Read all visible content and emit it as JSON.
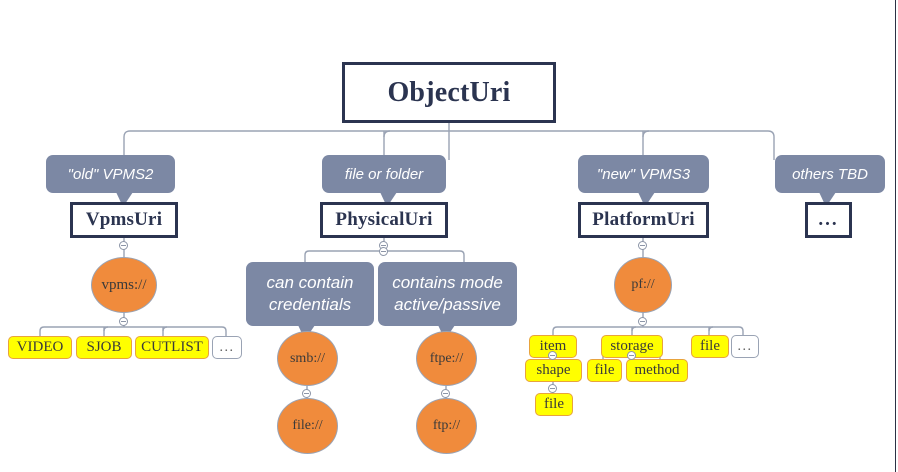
{
  "diagram": {
    "title": "ObjectUri",
    "root": {
      "label": "ObjectUri"
    },
    "classes": [
      {
        "label": "VpmsUri"
      },
      {
        "label": "PhysicalUri"
      },
      {
        "label": "PlatformUri"
      },
      {
        "label": "..."
      }
    ],
    "notes": [
      {
        "label": "\"old\" VPMS2"
      },
      {
        "label": "file or folder"
      },
      {
        "label": "\"new\" VPMS3"
      },
      {
        "label": "others TBD"
      },
      {
        "label": "can contain credentials"
      },
      {
        "label": "contains mode active/passive"
      }
    ],
    "schemes": [
      {
        "label": "vpms://"
      },
      {
        "label": "smb://"
      },
      {
        "label": "file://"
      },
      {
        "label": "ftpe://"
      },
      {
        "label": "ftp://"
      },
      {
        "label": "pf://"
      }
    ],
    "vpms_children": [
      {
        "label": "VIDEO"
      },
      {
        "label": "SJOB"
      },
      {
        "label": "CUTLIST"
      },
      {
        "label": "..."
      }
    ],
    "platform_children": [
      {
        "label": "item"
      },
      {
        "label": "storage"
      },
      {
        "label": "file"
      },
      {
        "label": "..."
      }
    ],
    "item_children": [
      {
        "label": "shape"
      }
    ],
    "shape_children": [
      {
        "label": "file"
      }
    ],
    "storage_children": [
      {
        "label": "file"
      },
      {
        "label": "method"
      }
    ],
    "colors": {
      "class_border": "#2b3450",
      "note_fill": "#7c88a4",
      "circle_fill": "#f08b3c",
      "leaf_fill": "#ffff00",
      "leaf_border": "#e8a33d",
      "edge": "#9aa3b4",
      "background": "#ffffff"
    }
  }
}
